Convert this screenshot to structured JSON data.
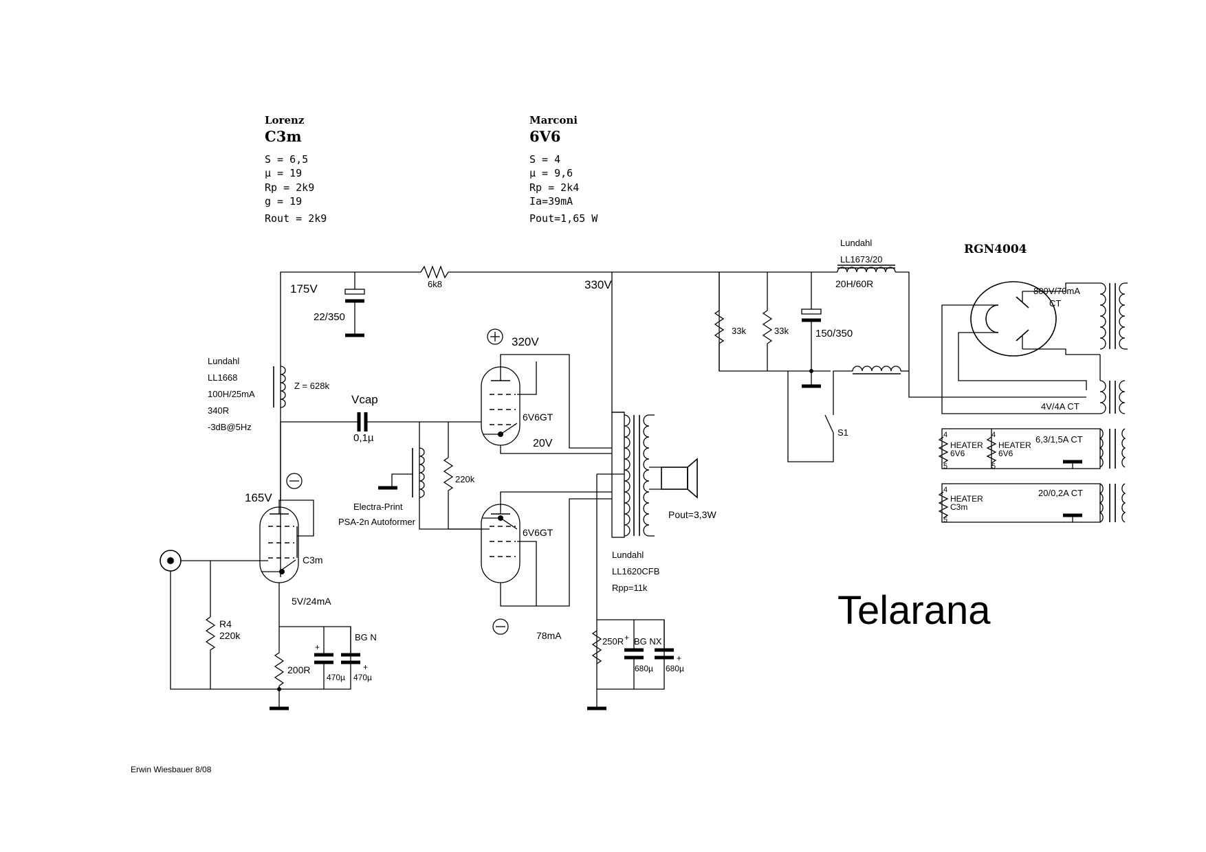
{
  "title": "Telarana",
  "author": "Erwin Wiesbauer 8/08",
  "tube_specs": [
    {
      "maker": "Lorenz",
      "tube": "C3m",
      "lines": [
        "S = 6,5",
        "µ = 19",
        "Rp = 2k9",
        "g = 19"
      ],
      "rout": "Rout = 2k9"
    },
    {
      "maker": "Marconi",
      "tube": "6V6",
      "lines": [
        "S = 4",
        "µ = 9,6",
        "Rp = 2k4",
        "Ia=39mA"
      ],
      "rout": "Pout=1,65 W"
    }
  ],
  "labels": {
    "v175": "175V",
    "cap22": "22/350",
    "r6k8": "6k8",
    "v330": "330V",
    "choke1_lines": [
      "Lundahl",
      "LL1668",
      "100H/25mA",
      "340R",
      "-3dB@5Hz"
    ],
    "z628": "Z = 628k",
    "vcap": "Vcap",
    "cap01": "0,1µ",
    "plus": "+",
    "minus": "−",
    "v320": "320V",
    "v6gt_top": "6V6GT",
    "v20": "20V",
    "r220k_g": "220k",
    "af_lines": [
      "Electra-Print",
      "PSA-2n Autoformer"
    ],
    "v165": "165V",
    "c3m": "C3m",
    "v6gt_bot": "6V6GT",
    "pout33": "Pout=3,3W",
    "ot_lines": [
      "Lundahl",
      "LL1620CFB",
      "Rpp=11k"
    ],
    "v5_24": "5V/24mA",
    "r4": "R4",
    "r4v": "220k",
    "bgn": "BG N",
    "r200": "200R",
    "c470a": "470µ",
    "c470b": "470µ",
    "ma78": "78mA",
    "r250": "250R",
    "bgnx": "BG NX",
    "c680a": "680µ",
    "c680b": "680µ",
    "choke2_lines": [
      "Lundahl",
      "LL1673/20"
    ],
    "choke2_val": "20H/60R",
    "rgn": "RGN4004",
    "r33a": "33k",
    "r33b": "33k",
    "cap150": "150/350",
    "tx_hv": "800V/70mA",
    "tx_ct": "CT",
    "tx_4v": "4V/4A CT",
    "s1": "S1",
    "pin4": "4",
    "pin5": "5",
    "heater": "HEATER",
    "h6v6": "6V6",
    "hc3m": "C3m",
    "tx_63": "6,3/1,5A CT",
    "tx_20": "20/0,2A CT"
  }
}
